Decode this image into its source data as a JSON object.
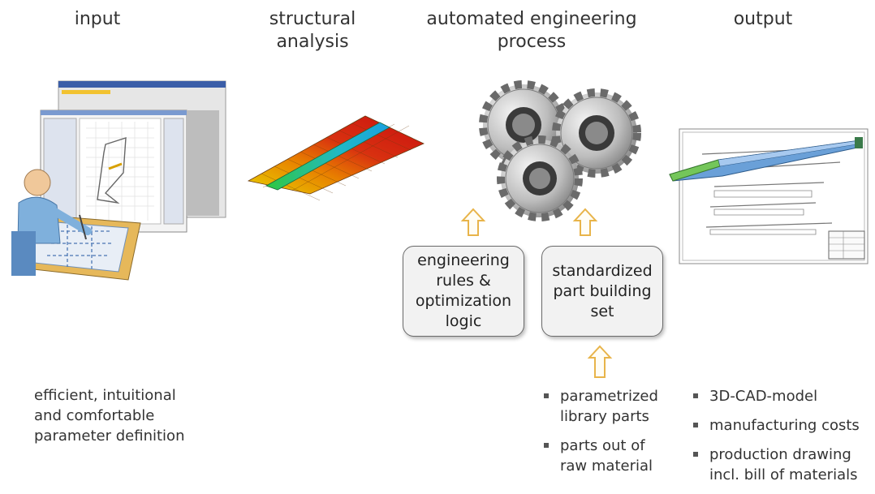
{
  "columns": {
    "input": "input",
    "structural": "structural\nanalysis",
    "automated": "automated engineering\nprocess",
    "output": "output"
  },
  "boxes": {
    "rules": "engineering\nrules &\noptimization\nlogic",
    "standard": "standardized\npart building\nset"
  },
  "notes": {
    "input": "efficient, intuitional\nand comfortable\nparameter definition"
  },
  "library_bullets": [
    "parametrized\nlibrary parts",
    "parts out of\nraw material"
  ],
  "output_bullets": [
    "3D-CAD-model",
    "manufacturing costs",
    "production drawing\nincl. bill of materials"
  ],
  "colors": {
    "arrow": "#e8b44a",
    "box_fill": "#f2f2f2",
    "beam_blue": "#4a8ed8",
    "gear": "#b9b9b9"
  }
}
